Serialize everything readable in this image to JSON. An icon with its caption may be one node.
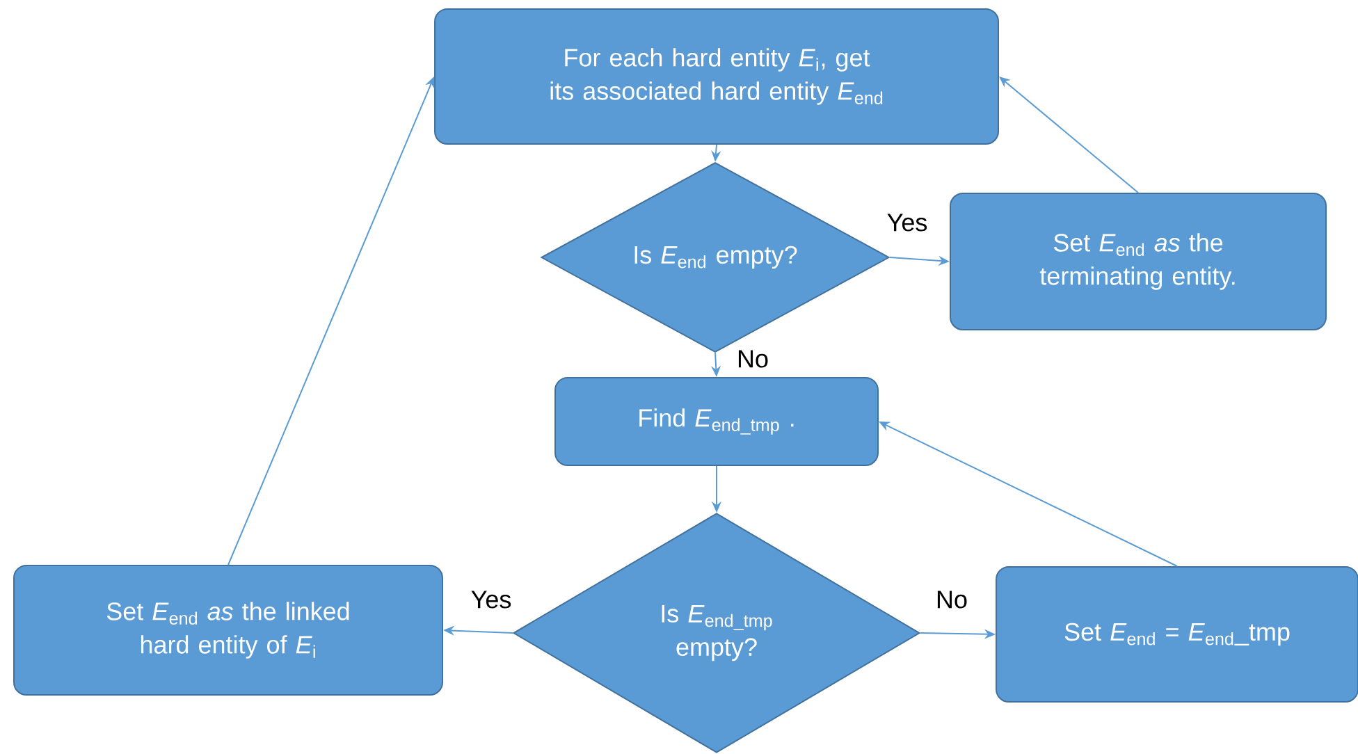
{
  "diagram": {
    "nodes": [
      {
        "text": [
          "For each hard entity *E*$_{i}$, get its associated hard entity *E*$_{end}$"
        ]
      },
      {
        "text": [
          "Is *E*$_{end}$ empty?"
        ]
      },
      {
        "text": [
          "Set *E*$_{end}$ *as* the terminating entity."
        ]
      },
      {
        "text": [
          "Find *E*$_{end_tmp}$ ."
        ]
      },
      {
        "text": [
          "Is *E*$_{end_tmp}$ empty?"
        ]
      },
      {
        "text": [
          "Set *E*$_{end}$ *as* the linked hard entity of *E*$_{i}$"
        ]
      },
      {
        "text": [
          "Set *E*$_{end}$ = *E*$_{end}$_tmp"
        ]
      }
    ],
    "edges": [
      {
        "from": 0,
        "to": 1,
        "arrow": "to"
      },
      {
        "from": 1,
        "to": 2,
        "arrow": "to",
        "label": "Yes"
      },
      {
        "from": 2,
        "to": 0,
        "arrow": "to"
      },
      {
        "from": 1,
        "to": 3,
        "arrow": "to",
        "label": "No"
      },
      {
        "from": 3,
        "to": 4,
        "arrow": "to"
      },
      {
        "from": 4,
        "to": 5,
        "arrow": "to",
        "label": "Yes"
      },
      {
        "from": 4,
        "to": 6,
        "arrow": "to",
        "label": "No"
      },
      {
        "from": 6,
        "to": 3,
        "arrow": "to"
      },
      {
        "from": 5,
        "to": 0,
        "arrow": "to"
      }
    ]
  }
}
